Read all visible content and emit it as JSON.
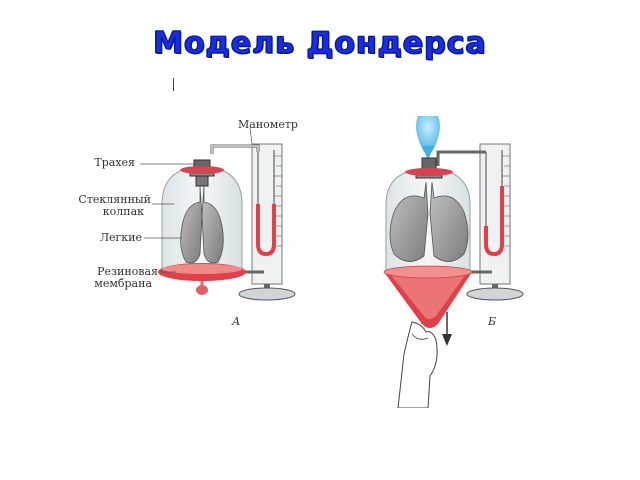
{
  "title": "Модель Дондерса",
  "labels": {
    "manometer": "Манометр",
    "trachea": "Трахея",
    "glass_cap_line1": "Стеклянный",
    "glass_cap_line2": "колпак",
    "lungs": "Легкие",
    "membrane_line1": "Резиновая",
    "membrane_line2": "мембрана"
  },
  "panels": {
    "a_letter": "А",
    "b_letter": "Б"
  },
  "colors": {
    "title": "#1a2ee0",
    "fluid": "#e0404a",
    "membrane": "#f08a8a",
    "glass": "#e6ecef",
    "lung": "#9c9c9c",
    "air_jet": "#7fd0f0"
  }
}
